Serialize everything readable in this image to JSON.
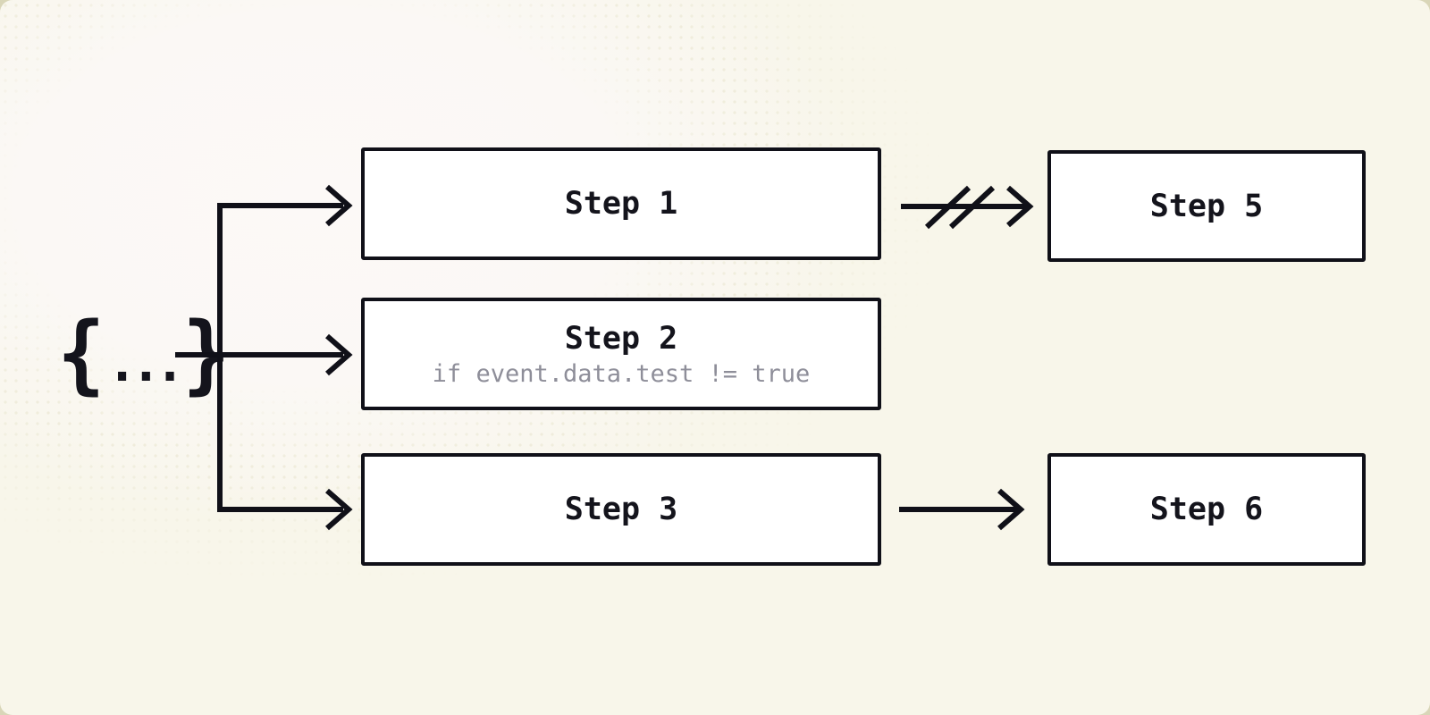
{
  "diagram": {
    "title": "fan-out step flow diagram",
    "source": {
      "open": "{",
      "dots": "...",
      "close": "}",
      "symbol": "{...}"
    },
    "steps": {
      "step1": {
        "label": "Step 1"
      },
      "step2": {
        "label": "Step 2",
        "condition": "if event.data.test != true"
      },
      "step3": {
        "label": "Step 3"
      },
      "step5": {
        "label": "Step 5"
      },
      "step6": {
        "label": "Step 6"
      }
    },
    "edges": [
      {
        "from": "event-source",
        "to": "step-1",
        "style": "arrow"
      },
      {
        "from": "event-source",
        "to": "step-2",
        "style": "arrow"
      },
      {
        "from": "event-source",
        "to": "step-3",
        "style": "arrow"
      },
      {
        "from": "step-1",
        "to": "step-5",
        "style": "arrow-cancelled-double-slash"
      },
      {
        "from": "step-3",
        "to": "step-6",
        "style": "arrow"
      }
    ],
    "colors": {
      "ink": "#101018",
      "canvas_cream": "#f8f6ea",
      "glow_white": "#fbf8f5",
      "halftone_dot": "#eeebd9",
      "outer_corner": "#d9d6b8",
      "box_fill": "#ffffff",
      "muted_code_text": "#8e8e99"
    }
  }
}
